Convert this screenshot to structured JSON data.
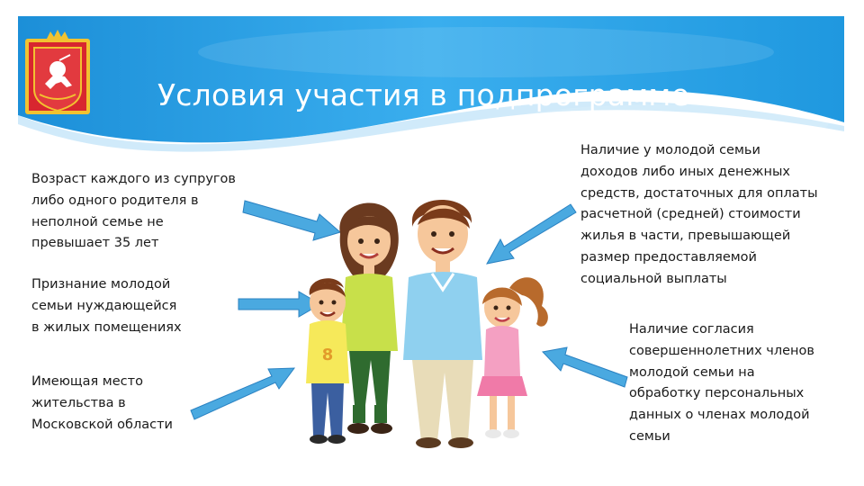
{
  "slide": {
    "title": "Условия участия в подпрограмме",
    "conditions": {
      "age": "Возраст каждого из супругов\nлибо одного родителя в\nнеполной семье не\nпревышает 35 лет",
      "housing": "Признание молодой\nсемьи нуждающейся\nв жилых помещениях",
      "residence": "Имеющая место\nжительства в\nМосковской области",
      "income": "Наличие у молодой семьи\nдоходов либо иных денежных\nсредств, достаточных для оплаты\nрасчетной (средней) стоимости\nжилья в части, превышающей\nразмер предоставляемой\nсоциальной выплаты",
      "consent": "Наличие согласия\nсовершеннолетних членов\nмолодой семьи на\nобработку персональных\nданных о членах молодой\nсемьи"
    },
    "emblem_icon": "moscow-oblast-coat-of-arms-icon",
    "illustration_icon": "family-illustration-icon",
    "colors": {
      "header_blue": "#2aa3e6",
      "arrow_blue": "#4aa9e0",
      "emblem_red": "#d8262f"
    }
  }
}
